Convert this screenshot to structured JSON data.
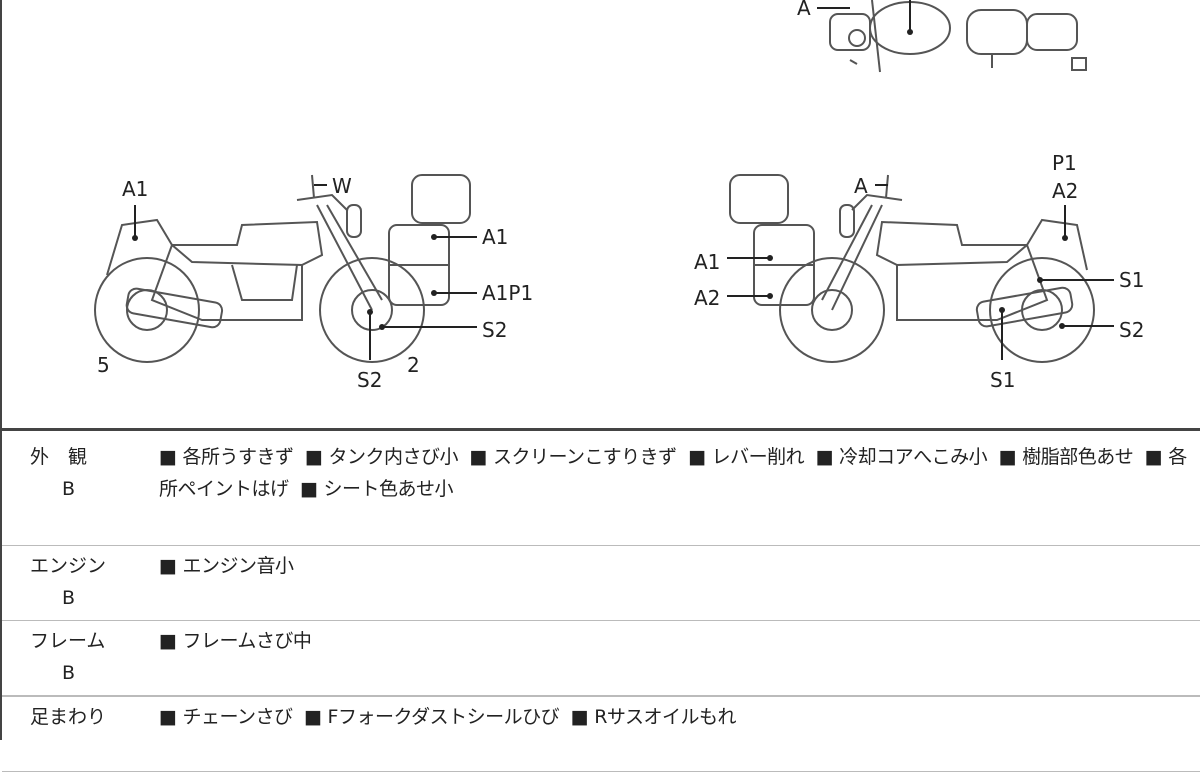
{
  "diagram": {
    "top_view_labels": [
      "A"
    ],
    "left_view_labels": [
      "A1",
      "W",
      "A1",
      "A1P1",
      "S2",
      "5",
      "S2",
      "2"
    ],
    "right_view_labels": [
      "A",
      "P1",
      "A2",
      "A1",
      "A2",
      "S1",
      "S2",
      "S1"
    ]
  },
  "rows": [
    {
      "category": "外　観",
      "grade": "B",
      "notes": [
        "各所うすきず",
        "タンク内さび小",
        "スクリーンこすりきず",
        "レバー削れ",
        "冷却コアへこみ小",
        "樹脂部色あせ",
        "各所ペイントはげ",
        "シート色あせ小"
      ]
    },
    {
      "category": "エンジン",
      "grade": "B",
      "notes": [
        "エンジン音小"
      ]
    },
    {
      "category": "フレーム",
      "grade": "B",
      "notes": [
        "フレームさび中"
      ]
    },
    {
      "category": "足まわり",
      "grade": "",
      "notes": [
        "チェーンさび",
        "Fフォークダストシールひび",
        "Rサスオイルもれ"
      ]
    }
  ],
  "bullet": "■"
}
